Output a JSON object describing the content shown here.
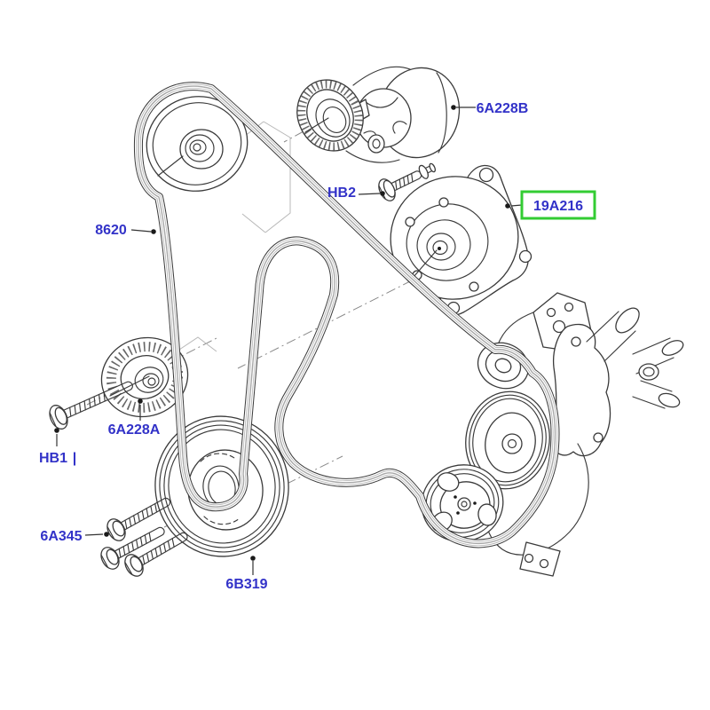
{
  "diagram": {
    "type": "exploded-parts-diagram",
    "subject": "engine accessory drive belt and pulleys",
    "colors": {
      "label_text": "#3232c8",
      "highlight_box": "#33cc33",
      "line_art": "#3a3a3a",
      "background": "#ffffff"
    },
    "parts": {
      "belt": {
        "label": "8620"
      },
      "tensioner": {
        "label": "6A228B"
      },
      "tensioner_bolt": {
        "label": "HB2"
      },
      "friction_wheel": {
        "label": "19A216",
        "highlighted": true
      },
      "idler_pulley": {
        "label": "6A228A"
      },
      "idler_bolt": {
        "label": "HB1",
        "suffix": "|"
      },
      "crank_bolts": {
        "label": "6A345"
      },
      "crank_pulley": {
        "label": "6B319"
      }
    }
  }
}
